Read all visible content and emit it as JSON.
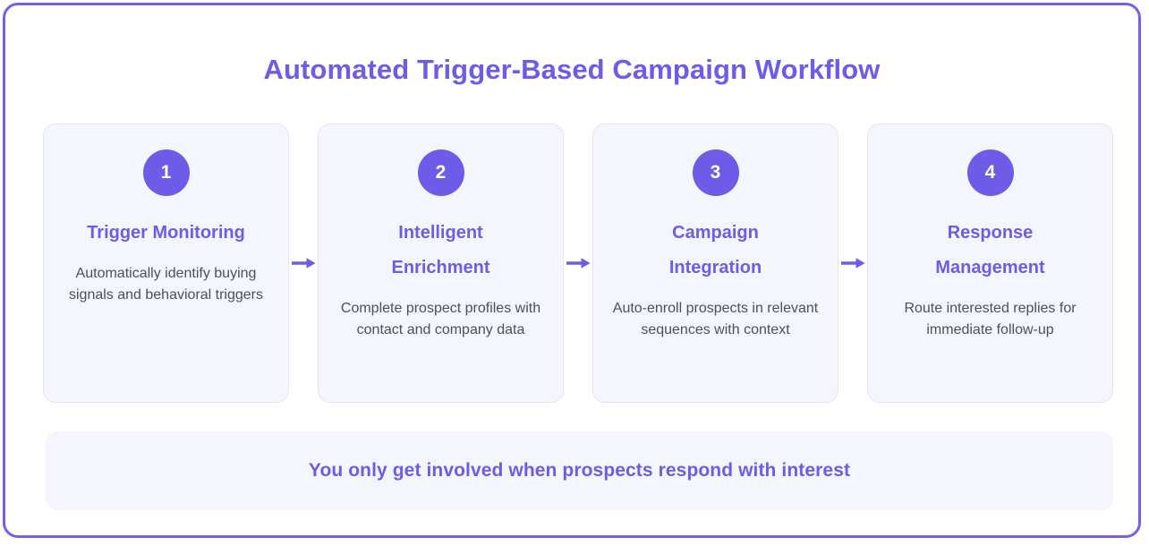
{
  "theme": {
    "accent": "#6c5ce7",
    "border": "#7063ea",
    "card_bg": "#f5f5fd",
    "card_border": "#e4e3f7",
    "page_bg": "#ffffff",
    "body_text": "#4b5058"
  },
  "header": {
    "title": "Automated Trigger-Based Campaign Workflow"
  },
  "workflow": {
    "connector_icon": "arrow-right-icon",
    "steps": [
      {
        "number": "1",
        "title": "Trigger Monitoring",
        "description": "Automatically identify buying signals and behavioral triggers"
      },
      {
        "number": "2",
        "title": "Intelligent Enrichment",
        "description": "Complete prospect profiles with contact and company data"
      },
      {
        "number": "3",
        "title": "Campaign Integration",
        "description": "Auto-enroll prospects in relevant sequences with context"
      },
      {
        "number": "4",
        "title": "Response Management",
        "description": "Route interested replies for immediate follow-up"
      }
    ]
  },
  "footer": {
    "message": "You only get involved when prospects respond with interest"
  }
}
